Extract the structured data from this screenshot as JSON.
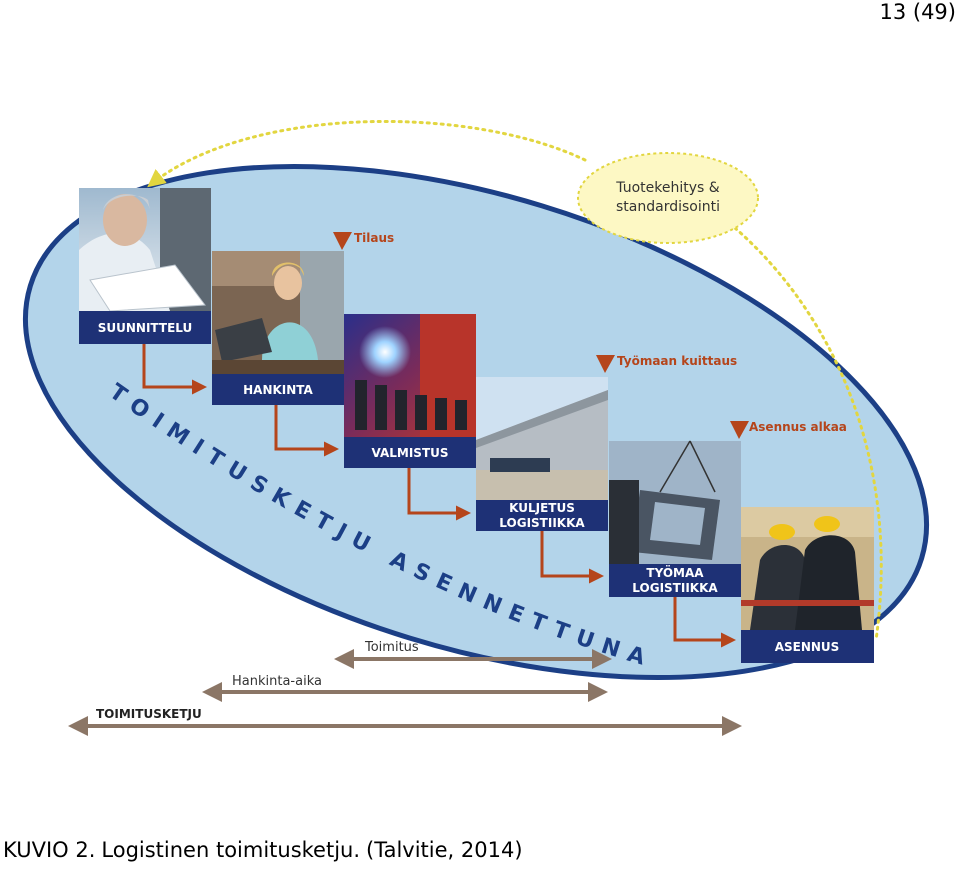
{
  "page_number": "13 (49)",
  "stages": [
    {
      "label_lines": [
        "SUUNNITTELU"
      ],
      "photo": "engineer-reading-plans-photo"
    },
    {
      "label_lines": [
        "HANKINTA"
      ],
      "photo": "woman-at-laptop-photo"
    },
    {
      "label_lines": [
        "VALMISTUS"
      ],
      "photo": "factory-welding-photo"
    },
    {
      "label_lines": [
        "KULJETUS",
        "LOGISTIIKKA"
      ],
      "photo": "logistics-warehouse-photo"
    },
    {
      "label_lines": [
        "TYÖMAA",
        "LOGISTIIKKA"
      ],
      "photo": "crane-lifting-element-photo"
    },
    {
      "label_lines": [
        "ASENNUS"
      ],
      "photo": "installers-with-helmets-photo"
    }
  ],
  "milestones": [
    {
      "label": "Tilaus"
    },
    {
      "label": "Työmaan kuittaus"
    },
    {
      "label": "Asennus alkaa"
    }
  ],
  "development": {
    "label_lines": [
      "Tuotekehitys &",
      "standardisointi"
    ]
  },
  "arc_text": "TOIMITUSKETJU ASENNETTUNA",
  "timeline_bars": [
    {
      "label": "Toimitus"
    },
    {
      "label": "Hankinta-aika"
    },
    {
      "label": "TOIMITUSKETJU"
    }
  ],
  "caption": {
    "figure": "KUVIO 2.",
    "text": "Logistinen toimitusketju.",
    "source": "(Talvitie, 2014)"
  },
  "colors": {
    "ellipse_fill": "#b3d4ea",
    "ellipse_stroke": "#1c3f86",
    "label_box": "#1e3176",
    "connector": "#b5451b",
    "milestone": "#b5451b",
    "dev_fill": "#fdf8c4",
    "dev_stroke": "#e2d640",
    "timeline": "#8b7666",
    "arc_text": "#1c3f86"
  }
}
